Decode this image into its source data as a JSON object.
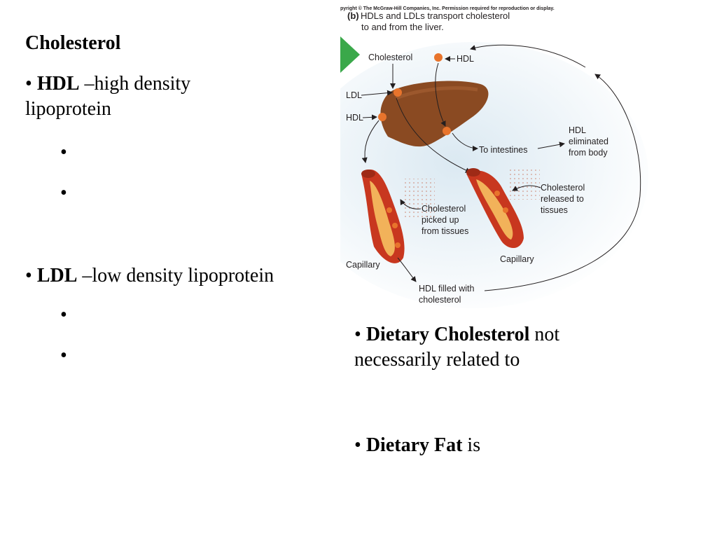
{
  "left": {
    "heading": "Cholesterol",
    "hdl": {
      "term": "HDL",
      "desc": " –high density",
      "desc2": "lipoprotein"
    },
    "ldl": {
      "term": "LDL",
      "desc": " –low density lipoprotein"
    },
    "bullet": "•"
  },
  "right": {
    "dietary_cholesterol": {
      "term": "Dietary Cholesterol",
      "rest": " not",
      "line2": "necessarily  related to"
    },
    "dietary_fat": {
      "term": "Dietary Fat",
      "rest": " is"
    }
  },
  "figure": {
    "copyright": "pyright © The McGraw-Hill Companies, Inc. Permission required for reproduction or display.",
    "panel_letter": "(b)",
    "caption_line1": "HDLs and LDLs transport cholesterol",
    "caption_line2": "to and from the liver.",
    "labels": {
      "cholesterol": "Cholesterol",
      "hdl_top": "HDL",
      "ldl": "LDL",
      "hdl_left": "HDL",
      "to_intestines": "To intestines",
      "hdl_eliminated_1": "HDL",
      "hdl_eliminated_2": "eliminated",
      "hdl_eliminated_3": "from body",
      "released_1": "Cholesterol",
      "released_2": "released to",
      "released_3": "tissues",
      "picked_1": "Cholesterol",
      "picked_2": "picked up",
      "picked_3": "from tissues",
      "capillary_left": "Capillary",
      "capillary_right": "Capillary",
      "hdl_filled_1": "HDL filled with",
      "hdl_filled_2": "cholesterol"
    },
    "colors": {
      "liver": "#8a4a22",
      "vessel": "#c8371f",
      "particle": "#e8742c",
      "wall": "#f2b25a",
      "nav": "#3aa84a"
    }
  }
}
